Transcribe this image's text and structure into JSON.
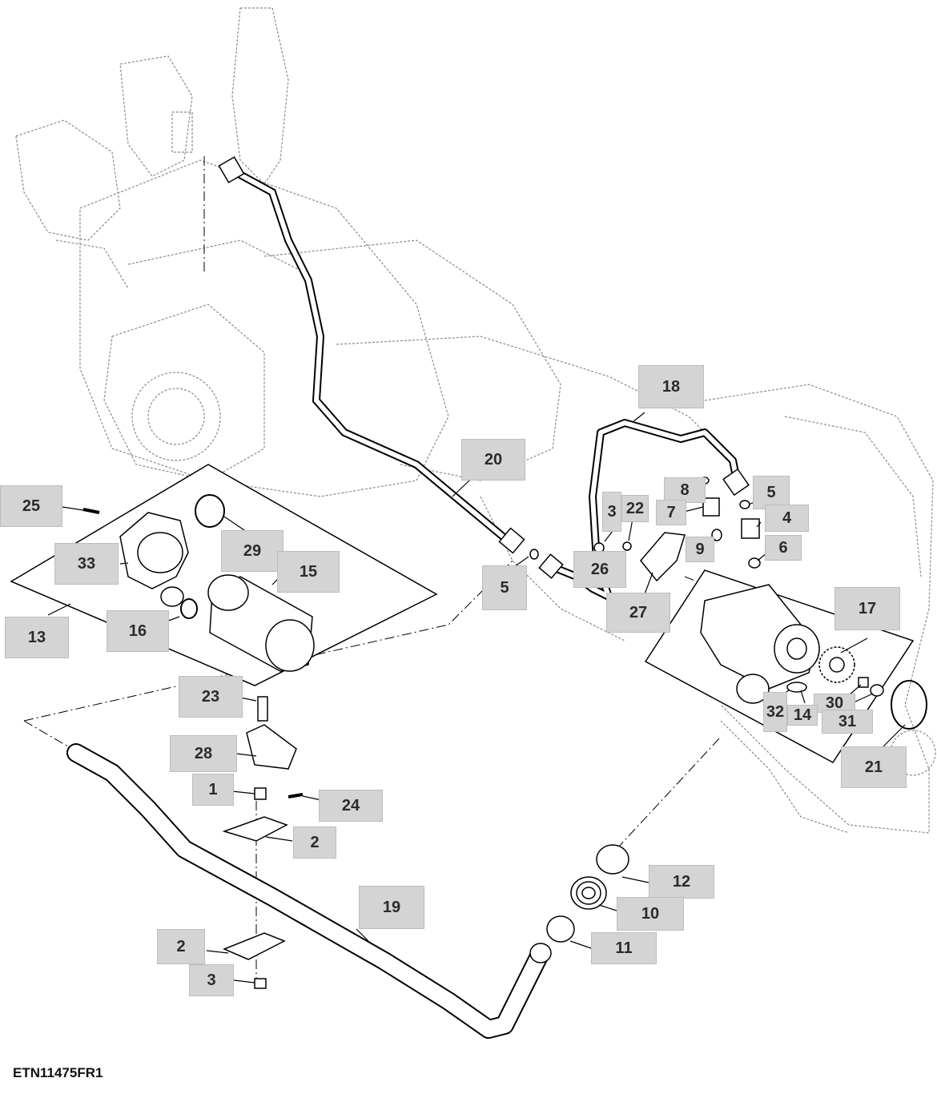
{
  "figure_id": "ETN11475FR1",
  "colors": {
    "callout_bg": "#d4d4d4",
    "line": "#000000",
    "ghost": "#8a8a8a"
  },
  "callouts": [
    {
      "id": "c25",
      "label": "25"
    },
    {
      "id": "c33",
      "label": "33"
    },
    {
      "id": "c13",
      "label": "13"
    },
    {
      "id": "c16",
      "label": "16"
    },
    {
      "id": "c29",
      "label": "29"
    },
    {
      "id": "c15",
      "label": "15"
    },
    {
      "id": "c20",
      "label": "20"
    },
    {
      "id": "c18",
      "label": "18"
    },
    {
      "id": "c8",
      "label": "8"
    },
    {
      "id": "c5a",
      "label": "5"
    },
    {
      "id": "c3a",
      "label": "3"
    },
    {
      "id": "c22",
      "label": "22"
    },
    {
      "id": "c7",
      "label": "7"
    },
    {
      "id": "c4",
      "label": "4"
    },
    {
      "id": "c9",
      "label": "9"
    },
    {
      "id": "c6",
      "label": "6"
    },
    {
      "id": "c26",
      "label": "26"
    },
    {
      "id": "c5b",
      "label": "5"
    },
    {
      "id": "c27",
      "label": "27"
    },
    {
      "id": "c17",
      "label": "17"
    },
    {
      "id": "c30",
      "label": "30"
    },
    {
      "id": "c32",
      "label": "32"
    },
    {
      "id": "c14",
      "label": "14"
    },
    {
      "id": "c31",
      "label": "31"
    },
    {
      "id": "c21",
      "label": "21"
    },
    {
      "id": "c23",
      "label": "23"
    },
    {
      "id": "c28",
      "label": "28"
    },
    {
      "id": "c1",
      "label": "1"
    },
    {
      "id": "c24",
      "label": "24"
    },
    {
      "id": "c2a",
      "label": "2"
    },
    {
      "id": "c12",
      "label": "12"
    },
    {
      "id": "c10",
      "label": "10"
    },
    {
      "id": "c19",
      "label": "19"
    },
    {
      "id": "c11",
      "label": "11"
    },
    {
      "id": "c2b",
      "label": "2"
    },
    {
      "id": "c3b",
      "label": "3"
    }
  ]
}
